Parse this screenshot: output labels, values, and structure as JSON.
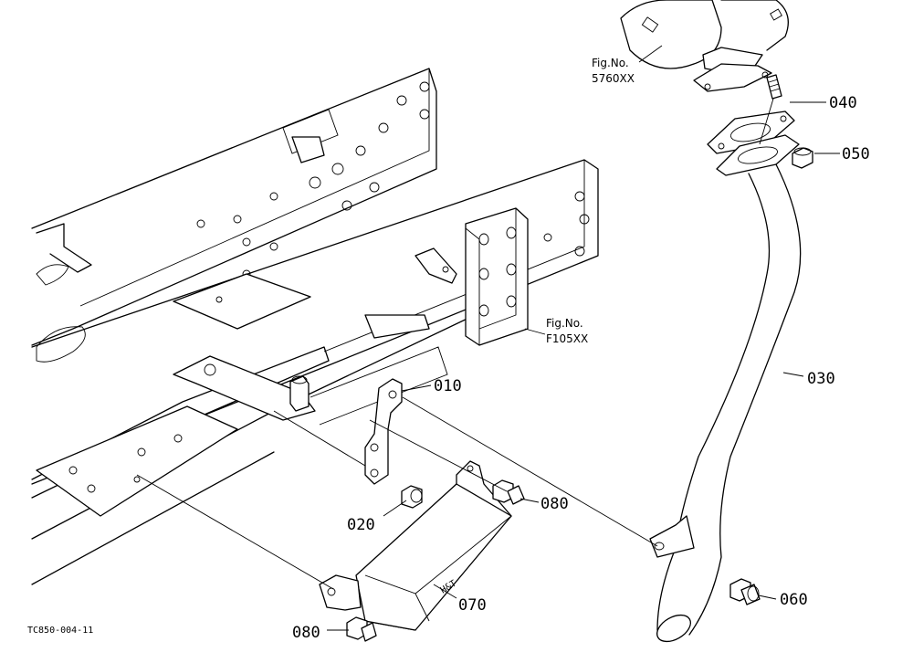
{
  "labels": {
    "p010": "010",
    "p020": "020",
    "p030": "030",
    "p040": "040",
    "p050": "050",
    "p060": "060",
    "p070": "070",
    "p080a": "080",
    "p080b": "080"
  },
  "fig_refs": {
    "engine": {
      "line1": "Fig.No.",
      "line2": "5760XX"
    },
    "frame": {
      "line1": "Fig.No.",
      "line2": "F105XX"
    }
  },
  "diagram_code": "TC850-004-11",
  "cover_mark": "H&T"
}
